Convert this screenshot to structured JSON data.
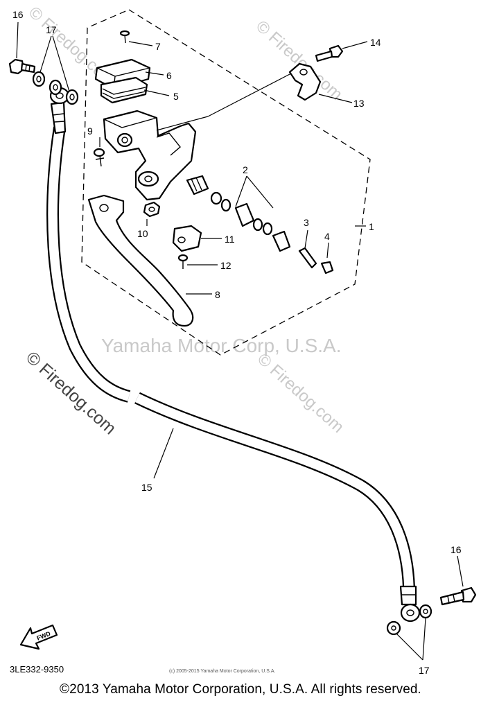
{
  "diagram": {
    "code": "3LE332-9350",
    "fine_print": "(c) 2005-2015 Yamaha Motor Corporation, U.S.A.",
    "footer": "©2013 Yamaha Motor Corporation, U.S.A. All rights reserved.",
    "watermarks": {
      "site_1": "© Firedog.com",
      "site_2": "© Firedog.com",
      "site_3": "© Firedog.com",
      "site_4": "© Firedog.com",
      "corp": "Yamaha Motor Corp, U.S.A."
    },
    "fwd_label": "FWD",
    "callouts": {
      "c1": "1",
      "c2": "2",
      "c3": "3",
      "c4": "4",
      "c5": "5",
      "c6": "6",
      "c7": "7",
      "c8": "8",
      "c9": "9",
      "c10": "10",
      "c11": "11",
      "c12": "12",
      "c13": "13",
      "c14": "14",
      "c15": "15",
      "c16a": "16",
      "c16b": "16",
      "c17a": "17",
      "c17b": "17"
    }
  }
}
